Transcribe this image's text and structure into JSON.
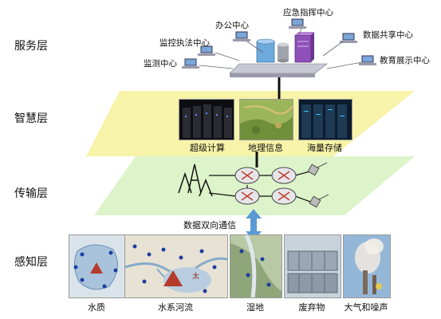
{
  "layers": {
    "service": "服务层",
    "smart": "智慧层",
    "transport": "传输层",
    "sensing": "感知层"
  },
  "service_nodes": {
    "office": "办公中心",
    "emergency": "应急指挥中心",
    "enforcement": "监控执法中心",
    "data_share": "数据共享中心",
    "monitor": "监测中心",
    "education": "教育展示中心"
  },
  "smart_items": {
    "supercomputing": "超级计算",
    "geo_info": "地理信息",
    "mass_storage": "海量存储"
  },
  "transport": {
    "bidirectional": "数据双向通信"
  },
  "sensing_items": {
    "water_quality": "水质",
    "river_system": "水系河流",
    "wetland": "湿地",
    "waste": "废弃物",
    "air_noise": "大气和噪声"
  },
  "map_text": {
    "tai": "太"
  },
  "colors": {
    "smart_plane": "#f7f3a8",
    "transport_plane": "#ddf3c9",
    "arrow": "#5b9bd5"
  }
}
